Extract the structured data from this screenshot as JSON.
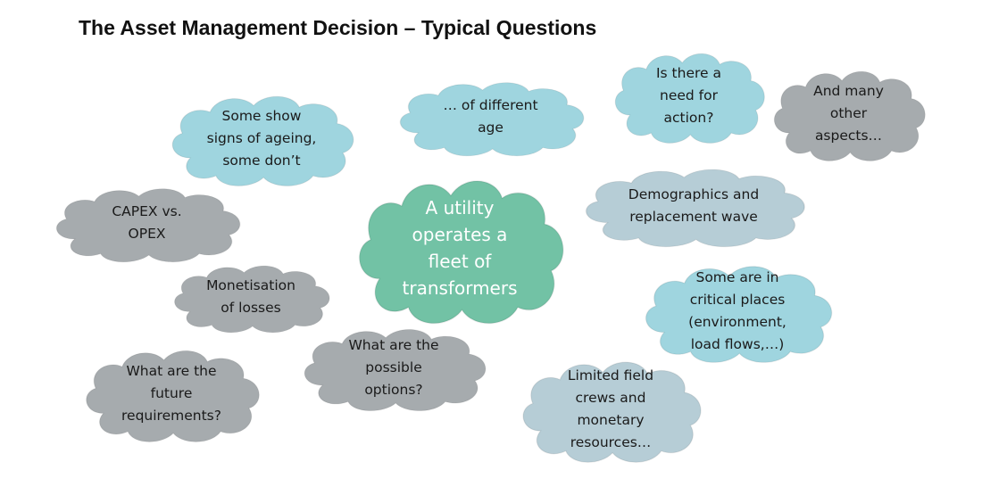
{
  "title": "The Asset Management Decision – Typical Questions",
  "colors": {
    "center": "#72c2a5",
    "blue": "#9fd5df",
    "blue_grey": "#b6cdd6",
    "grey": "#a6abae"
  },
  "center": {
    "lines": [
      "A utility",
      "operates a",
      "fleet of",
      "transformers"
    ]
  },
  "clouds": {
    "ageing": {
      "lines": [
        "Some show",
        "signs of ageing,",
        "some don’t"
      ]
    },
    "age": {
      "lines": [
        "… of different",
        "age"
      ]
    },
    "action": {
      "lines": [
        "Is there a",
        "need for",
        "action?"
      ]
    },
    "aspects": {
      "lines": [
        "And many",
        "other",
        "aspects…"
      ]
    },
    "capex": {
      "lines": [
        "CAPEX vs.",
        "OPEX"
      ]
    },
    "demographics": {
      "lines": [
        "Demographics and",
        "replacement wave"
      ]
    },
    "monetisation": {
      "lines": [
        "Monetisation",
        "of losses"
      ]
    },
    "critical": {
      "lines": [
        "Some are in",
        "critical places",
        "(environment,",
        "load flows,…)"
      ]
    },
    "options": {
      "lines": [
        "What are the",
        "possible",
        "options?"
      ]
    },
    "future": {
      "lines": [
        "What are the",
        "future",
        "requirements?"
      ]
    },
    "limited": {
      "lines": [
        "Limited field",
        "crews and",
        "monetary",
        "resources…"
      ]
    }
  }
}
